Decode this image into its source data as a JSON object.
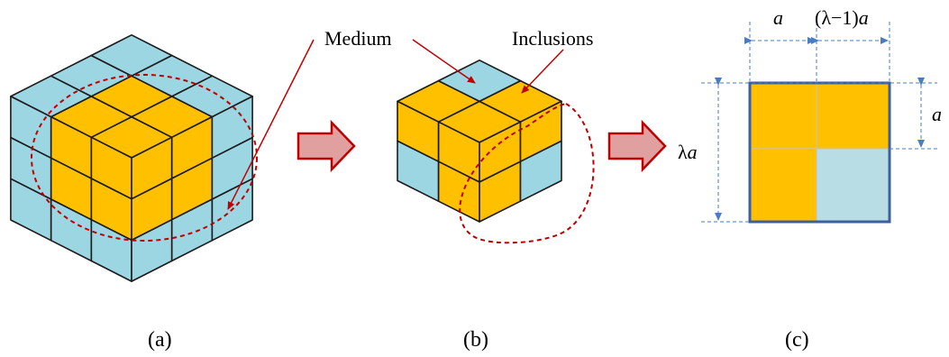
{
  "colors": {
    "medium": "#9cd6e3",
    "inclusion": "#ffc000",
    "cell_light": "#b9dde5",
    "edge": "#1b1b1b",
    "dashed_red": "#c00000",
    "annotation_red": "#c00000",
    "arrow_fill": "#e0a0a0",
    "arrow_stroke": "#c00000",
    "dim_blue": "#4a7cc0",
    "square_border": "#3c5fa0"
  },
  "labels": {
    "medium": "Medium",
    "inclusions": "Inclusions"
  },
  "panels": [
    {
      "caption": "(a)"
    },
    {
      "caption": "(b)"
    },
    {
      "caption": "(c)"
    }
  ],
  "dimensions": {
    "a_top": "a",
    "lambda_minus_one": "(λ−1)",
    "lambda_minus_one_a": "a",
    "lambda": "λ",
    "lambda_a": "a",
    "a_right": "a"
  }
}
